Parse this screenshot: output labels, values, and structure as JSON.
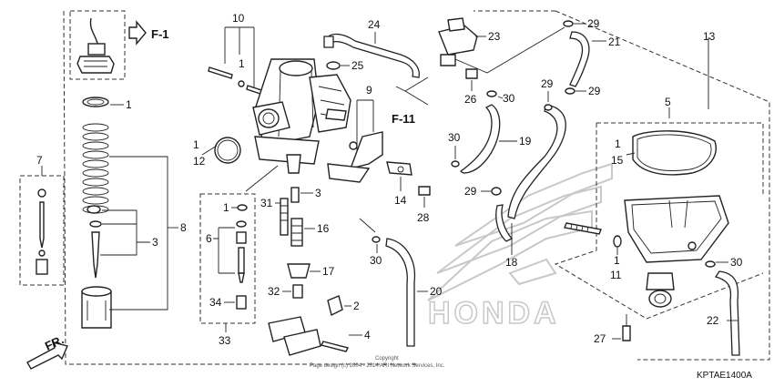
{
  "diagram_code": "KPTAE1400A",
  "copyright_lines": [
    "Copyright",
    "Page design (c) 2004 - 2014 ARI Network Services, Inc."
  ],
  "watermark_text": "HONDA",
  "refs": {
    "f1": "F-1",
    "f11": "F-11",
    "front": "FR."
  },
  "part_numbers": {
    "p1a": "1",
    "p1b": "1",
    "p1c": "1",
    "p1d": "1",
    "p1e": "1",
    "p1f": "1",
    "p2": "2",
    "p3a": "3",
    "p3b": "3",
    "p4": "4",
    "p5": "5",
    "p6": "6",
    "p7": "7",
    "p8": "8",
    "p9": "9",
    "p10": "10",
    "p11": "11",
    "p12": "12",
    "p13": "13",
    "p14": "14",
    "p15": "15",
    "p16": "16",
    "p17": "17",
    "p18": "18",
    "p19": "19",
    "p20": "20",
    "p21": "21",
    "p22": "22",
    "p23": "23",
    "p24": "24",
    "p25": "25",
    "p26": "26",
    "p27": "27",
    "p28": "28",
    "p29a": "29",
    "p29b": "29",
    "p29c": "29",
    "p29d": "29",
    "p30a": "30",
    "p30b": "30",
    "p30c": "30",
    "p30d": "30",
    "p31": "31",
    "p32": "32",
    "p33": "33",
    "p34": "34"
  }
}
